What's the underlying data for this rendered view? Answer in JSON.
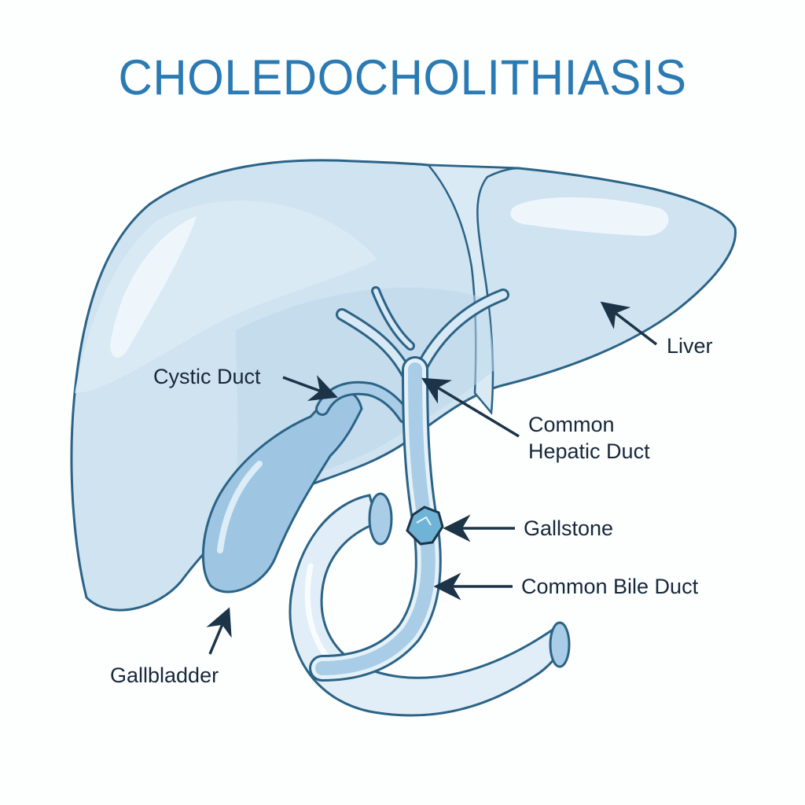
{
  "title": "CHOLEDOCHOLITHIASIS",
  "colors": {
    "title": "#2a7ab3",
    "outline": "#2b6387",
    "liver_fill": "#cfe3f0",
    "liver_shade": "#bcd7ea",
    "liver_highlight": "#eaf4fa",
    "gallbladder_fill": "#9ec6e2",
    "duct_fill": "#a9cde6",
    "duodenum_fill": "#e1eef7",
    "stone_fill": "#6fb3d6",
    "label_text": "#17283a",
    "arrow": "#1c3448"
  },
  "labels": {
    "liver": "Liver",
    "cystic_duct": "Cystic Duct",
    "common_hepatic_duct_line1": "Common",
    "common_hepatic_duct_line2": "Hepatic Duct",
    "gallstone": "Gallstone",
    "common_bile_duct": "Common Bile Duct",
    "gallbladder": "Gallbladder"
  },
  "structures": [
    "liver",
    "gallbladder",
    "cystic-duct",
    "common-hepatic-duct",
    "common-bile-duct",
    "gallstone",
    "duodenum"
  ]
}
